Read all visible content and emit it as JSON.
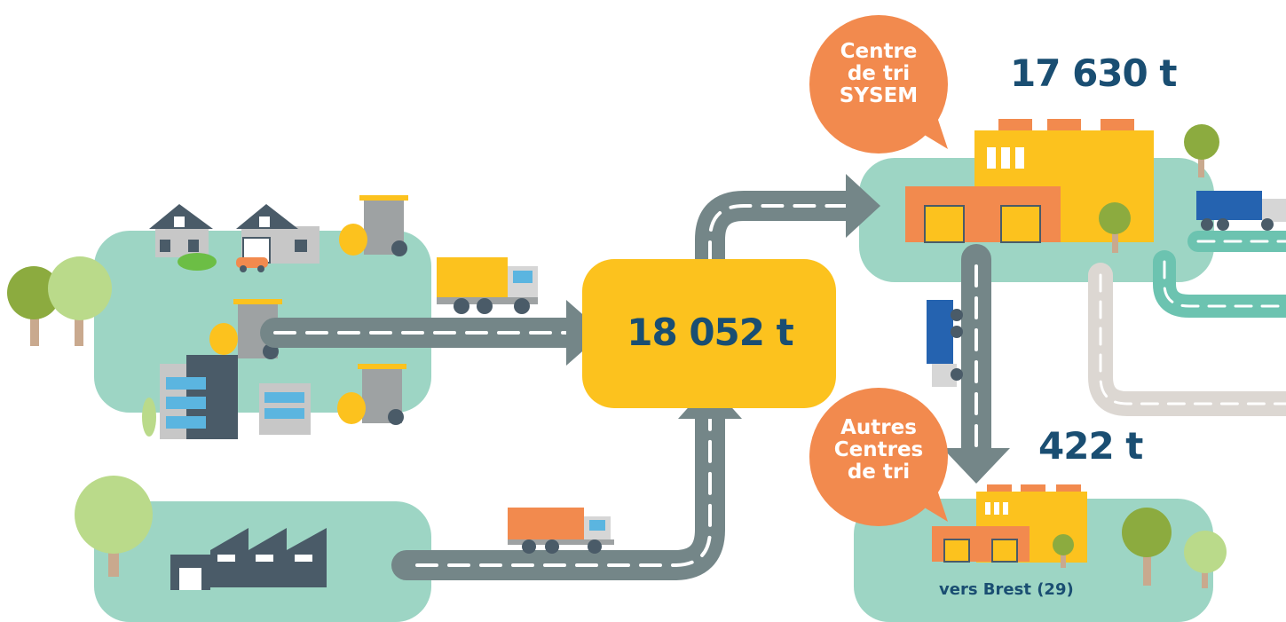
{
  "hub": {
    "value": "18 052 t"
  },
  "sysem": {
    "bubble_lines": [
      "Centre",
      "de tri",
      "SYSEM"
    ],
    "value": "17 630 t"
  },
  "autres": {
    "bubble_lines": [
      "Autres",
      "Centres",
      "de tri"
    ],
    "value": "422 t",
    "caption": "vers Brest (29)"
  },
  "colors": {
    "land": "#9dd5c4",
    "road": "#748688",
    "hub": "#fcc21e",
    "bubble": "#f28a4e",
    "title": "#1a4e72",
    "building_yellow": "#fcc21e",
    "building_orange": "#f28a4e",
    "truck_orange": "#f28a4e",
    "truck_yellow": "#fcc21e",
    "truck_blue": "#2563b0"
  }
}
